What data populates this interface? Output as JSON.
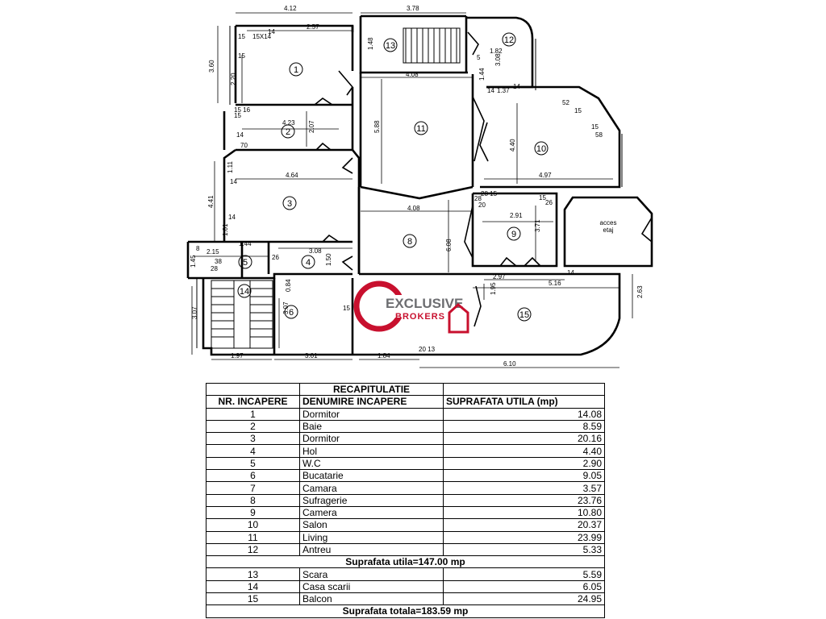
{
  "plan": {
    "rooms": [
      "1",
      "2",
      "3",
      "4",
      "5",
      "6",
      "8",
      "9",
      "10",
      "11",
      "12",
      "13",
      "14",
      "15"
    ],
    "access_label_1": "acces",
    "access_label_2": "etaj",
    "dimensions": {
      "d_4_12": "4.12",
      "d_3_78": "3.78",
      "d_2_57": "2.57",
      "d_1_48": "1.48",
      "d_1_82": "1.82",
      "d_3_60": "3.60",
      "d_2_20": "2.20",
      "d_4_08a": "4.08",
      "d_4_08b": "4.08",
      "d_5_88": "5.88",
      "d_4_23": "4.23",
      "d_2_07": "2.07",
      "d_3_08a": "3.08",
      "d_1_44a": "1.44",
      "d_4_40": "4.40",
      "d_4_64": "4.64",
      "d_4_97": "4.97",
      "d_4_41": "4.41",
      "d_1_11": "1.11",
      "d_1_01": "1.01",
      "d_6_08": "6.08",
      "d_2_91": "2.91",
      "d_3_71": "3.71",
      "d_1_44b": "1.44",
      "d_2_15": "2.15",
      "d_3_08b": "3.08",
      "d_1_50": "1.50",
      "d_1_45": "1.45",
      "d_0_84": "0.84",
      "d_2_97": "2.97",
      "d_5_16": "5.16",
      "d_1_95": "1.95",
      "d_2_63": "2.63",
      "d_3_07a": "3.07",
      "d_3_07b": "3.07",
      "d_1_97": "1.97",
      "d_3_01": "3.01",
      "d_1_84": "1.84",
      "d_6_10": "6.10",
      "n_15x14": "15X14",
      "n_14a": "14",
      "n_15a": "15",
      "n_15b": "15",
      "n_15c": "15",
      "n_15_16": "15 16",
      "n_15d": "15",
      "n_14b": "14",
      "n_70": "70",
      "n_52": "52",
      "n_15e": "15",
      "n_15f": "15",
      "n_58": "58",
      "n_14c": "14",
      "n_14d": "14",
      "n_137": "1.37",
      "n_28_15": "28 15",
      "n_28": "28",
      "n_20": "20",
      "n_15g": "15",
      "n_26a": "26",
      "n_14e": "14",
      "n_14f": "14",
      "n_8": "8",
      "n_38": "38",
      "n_28b": "28",
      "n_26b": "26",
      "n_14g": "14",
      "n_15h": "15",
      "n_20_13": "20 13",
      "n_5": "5"
    }
  },
  "watermark": {
    "line1": "EXCLUSIVE",
    "line2": "BROKERS"
  },
  "table": {
    "title": "RECAPITULATIE",
    "headers": [
      "NR. INCAPERE",
      "DENUMIRE INCAPERE",
      "SUPRAFATA UTILA (mp)"
    ],
    "rows": [
      [
        "1",
        "Dormitor",
        "14.08"
      ],
      [
        "2",
        "Baie",
        "8.59"
      ],
      [
        "3",
        "Dormitor",
        "20.16"
      ],
      [
        "4",
        "Hol",
        "4.40"
      ],
      [
        "5",
        "W.C",
        "2.90"
      ],
      [
        "6",
        "Bucatarie",
        "9.05"
      ],
      [
        "7",
        "Camara",
        "3.57"
      ],
      [
        "8",
        "Sufragerie",
        "23.76"
      ],
      [
        "9",
        "Camera",
        "10.80"
      ],
      [
        "10",
        "Salon",
        "20.37"
      ],
      [
        "11",
        "Living",
        "23.99"
      ],
      [
        "12",
        "Antreu",
        "5.33"
      ]
    ],
    "subtotal": "Suprafata utila=147.00 mp",
    "rows2": [
      [
        "13",
        "Scara",
        "5.59"
      ],
      [
        "14",
        "Casa scarii",
        "6.05"
      ],
      [
        "15",
        "Balcon",
        "24.95"
      ]
    ],
    "total": "Suprafata totala=183.59 mp"
  },
  "colors": {
    "ink": "#000000",
    "watermark_red": "#c8102e",
    "watermark_grey": "#6d6e71"
  }
}
